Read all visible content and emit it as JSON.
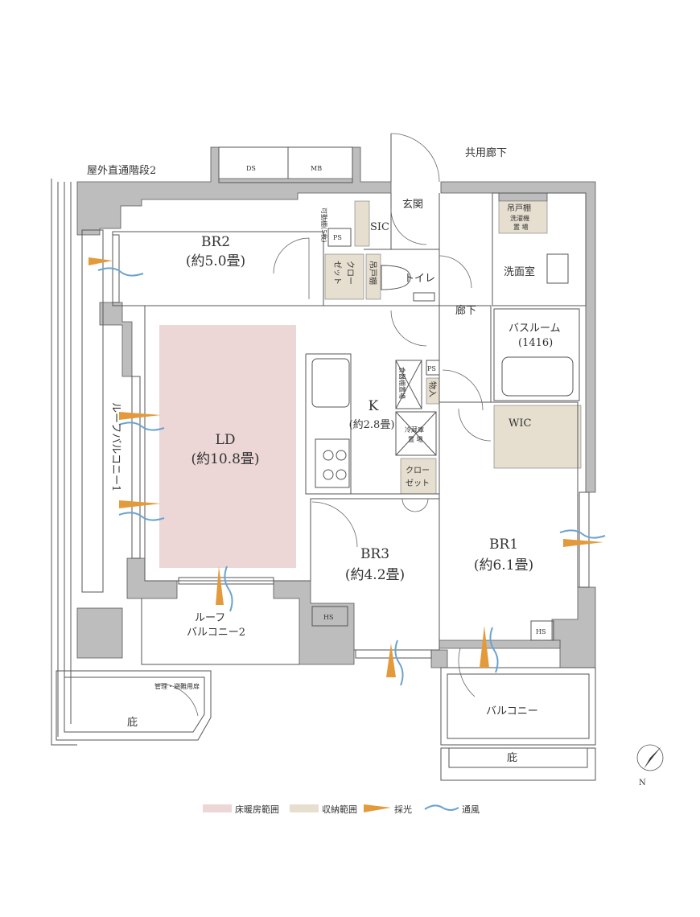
{
  "colors": {
    "wall": "#bdbdbd",
    "floor_heating": "#ecd6d6",
    "storage": "#e6dfd0",
    "light": "#e39a3a",
    "wind": "#6aa3cf"
  },
  "outside": {
    "stairs": "屋外直通階段2",
    "corridor": "共用廊下"
  },
  "shafts": {
    "ds": "DS",
    "mb": "MB",
    "ps1": "PS",
    "ps2": "PS"
  },
  "rooms": {
    "br2_name": "BR2",
    "br2_size": "(約5.0畳)",
    "ld_name": "LD",
    "ld_size": "(約10.8畳)",
    "k_name": "K",
    "k_size": "(約2.8畳)",
    "br3_name": "BR3",
    "br3_size": "(約4.2畳)",
    "br1_name": "BR1",
    "br1_size": "(約6.1畳)",
    "entrance": "玄関",
    "sic": "SIC",
    "sic_shelf": "可動棚(5枚)",
    "toilet": "トイレ",
    "toilet_shelf": "吊戸棚",
    "closet1_a": "クロー",
    "closet1_b": "ゼット",
    "hallway": "廊下",
    "washroom": "洗面室",
    "washroom_shelf": "吊戸棚",
    "washer_a": "洗濯機",
    "washer_b": "置 場",
    "bathroom": "バスルーム",
    "bath_size": "(1416)",
    "wic": "WIC",
    "storage_room": "物入",
    "dish": "食器棚置場",
    "fridge_a": "冷蔵庫",
    "fridge_b": "置 場",
    "closet2_a": "クロー",
    "closet2_b": "ゼット",
    "hs1": "HS",
    "hs2": "HS"
  },
  "balconies": {
    "roof1": "ルーフバルコニー1",
    "roof2_a": "ルーフ",
    "roof2_b": "バルコニー2",
    "balcony": "バルコニー",
    "eave1": "庇",
    "eave2": "庇",
    "gate": "管理・避難用扉"
  },
  "legend": {
    "floor_heating": "床暖房範囲",
    "storage": "収納範囲",
    "light": "採光",
    "wind": "通風"
  },
  "compass": "N"
}
